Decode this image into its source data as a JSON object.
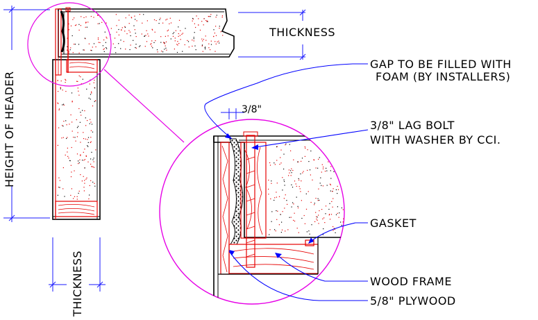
{
  "labels": {
    "top_thickness": "THICKNESS",
    "height_of_header": "HEIGHT OF HEADER",
    "side_thickness": "THICKNESS",
    "gap_line1": "GAP TO BE FILLED WITH",
    "gap_line2": "FOAM (BY INSTALLERS)",
    "gap_dimension": "3/8\"",
    "lag_line1": "3/8\" LAG BOLT",
    "lag_line2": "WITH WASHER BY CCI.",
    "gasket": "GASKET",
    "wood_frame": "WOOD FRAME",
    "plywood": "5/8\" PLYWOOD"
  },
  "colors": {
    "outline": "#000000",
    "wood": "#e60000",
    "dimension": "#1a1aff",
    "leader": "#0000ff",
    "detail_circle": "#e600e6",
    "insulation": "#e60000",
    "background": "#ffffff"
  }
}
